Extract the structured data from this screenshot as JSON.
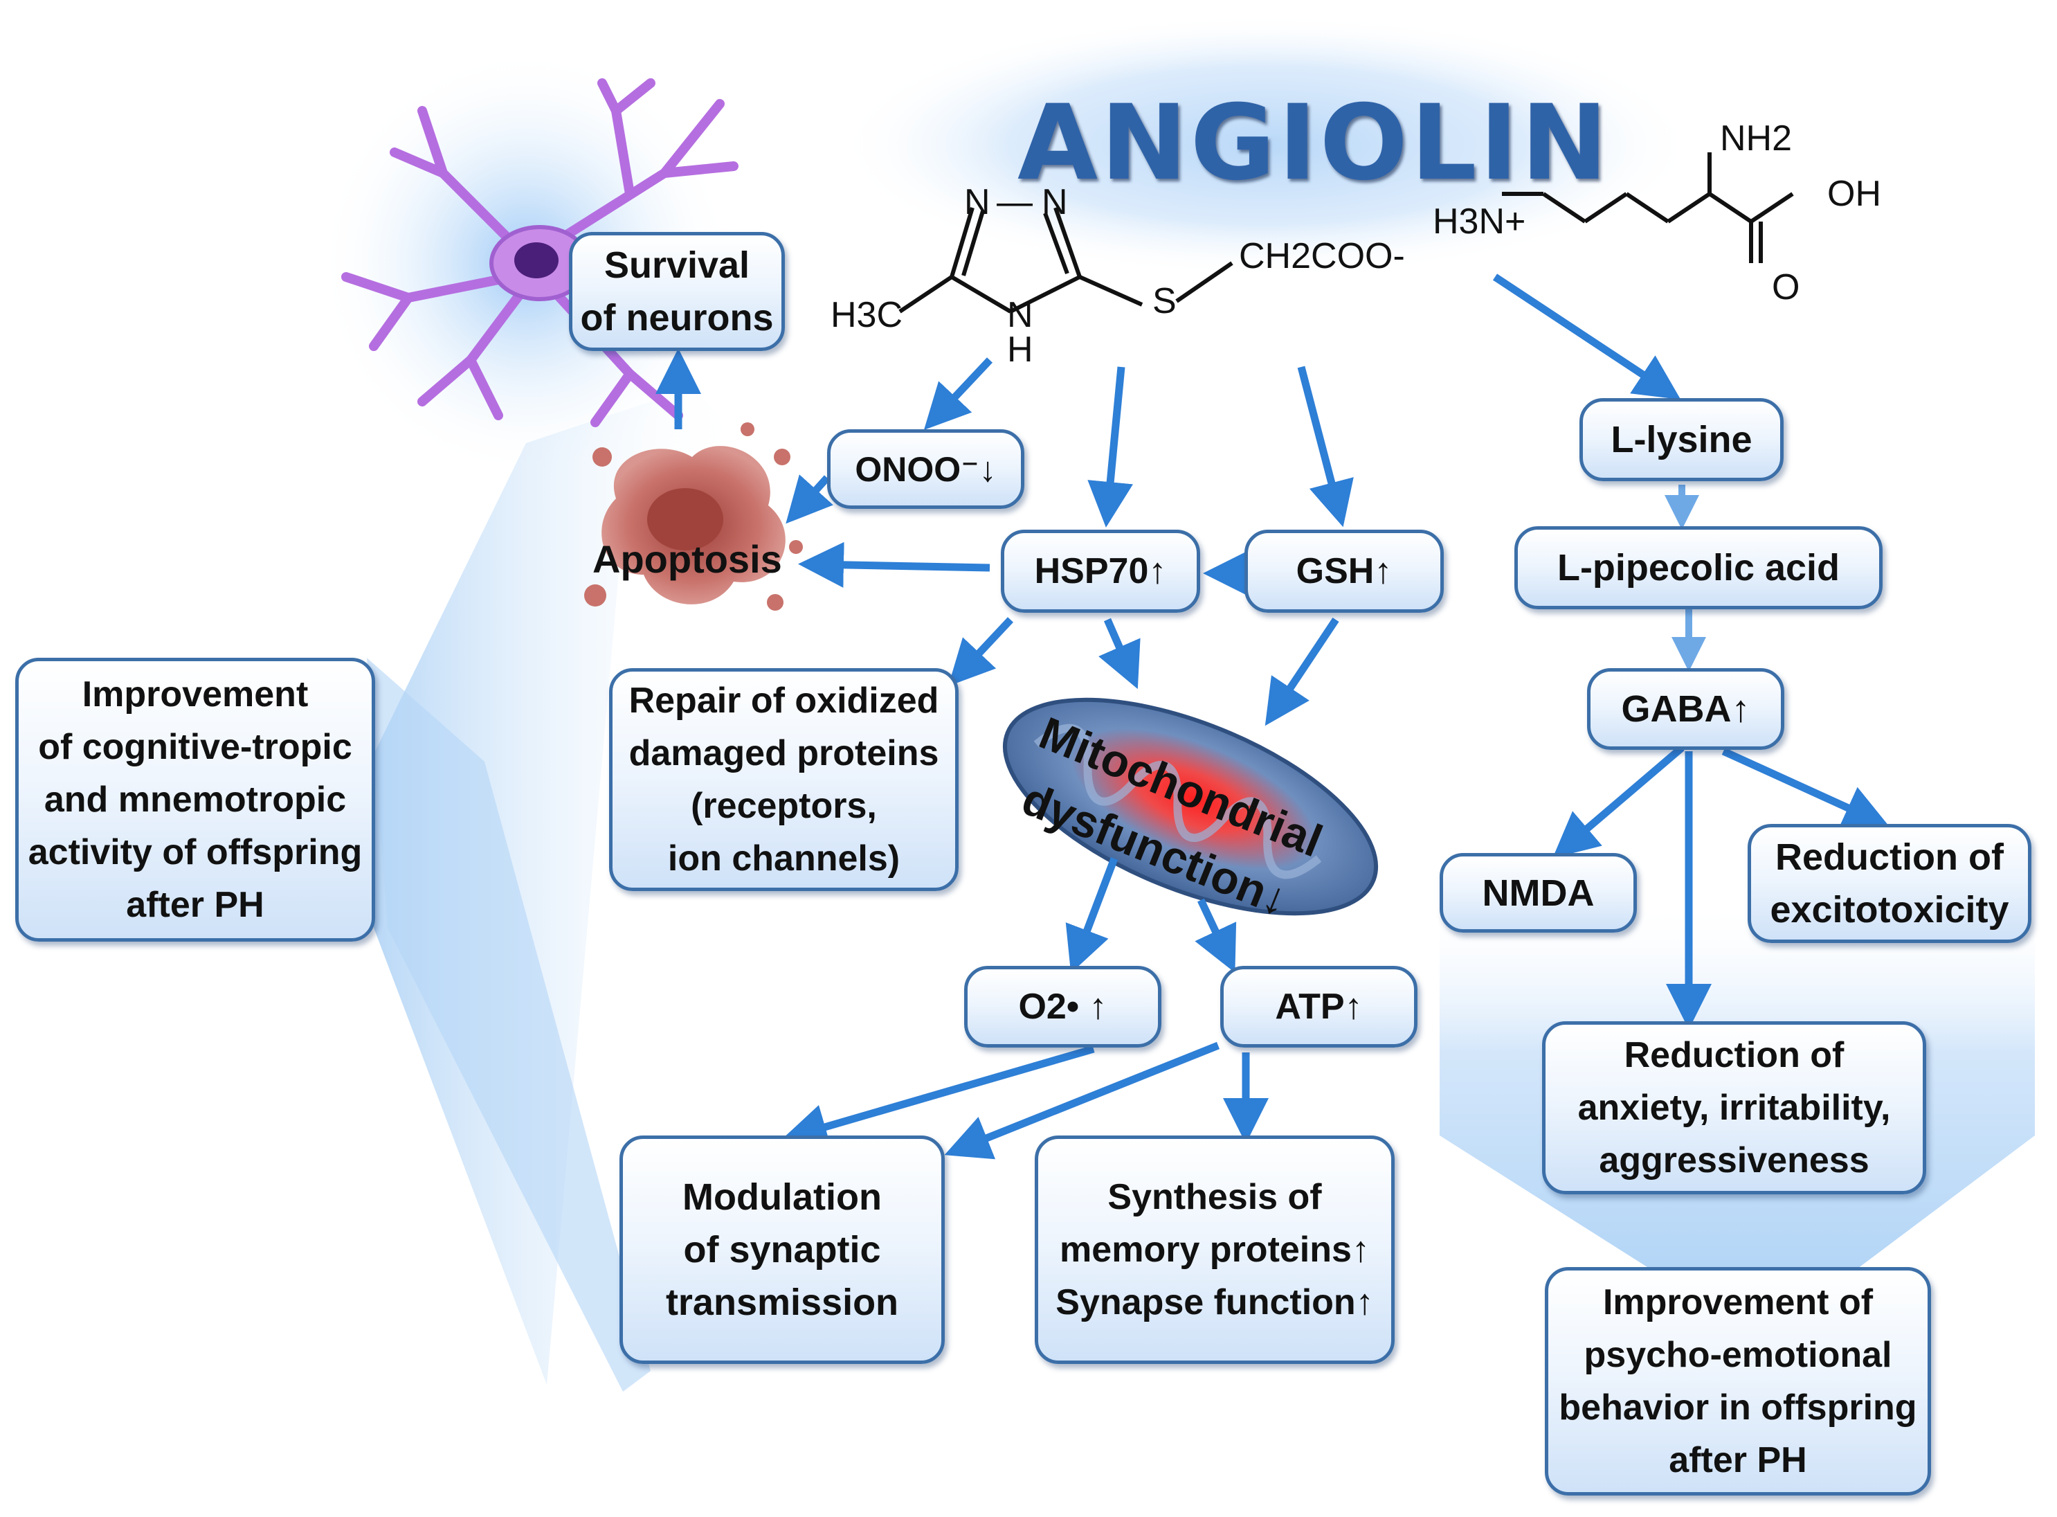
{
  "title": "ANGIOLIN",
  "molecule": {
    "atoms": {
      "n1": "N",
      "n2": "N",
      "bond_nn": "—",
      "nh": "N",
      "h": "H",
      "h3c": "H3C",
      "s": "S",
      "ch2coo": "CH2COO-",
      "h3n": "H3N+",
      "nh2": "NH2",
      "oh": "OH",
      "o": "O"
    }
  },
  "nodes": {
    "survival": [
      "Survival",
      "of neurons"
    ],
    "apoptosis": "Apoptosis",
    "onoo": "ONOO⁻↓",
    "hsp70": "HSP70↑",
    "gsh": "GSH↑",
    "repair": [
      "Repair of oxidized",
      "damaged proteins",
      "(receptors,",
      "ion channels)"
    ],
    "mito": [
      "Mitochondrial",
      "dysfunction↓"
    ],
    "o2": "O2• ↑",
    "atp": "ATP↑",
    "modulation": [
      "Modulation",
      "of synaptic",
      "transmission"
    ],
    "synthesis": [
      "Synthesis of",
      "memory proteins↑",
      "Synapse function↑"
    ],
    "cognitive": [
      "Improvement",
      "of cognitive-tropic",
      "and mnemotropic",
      "activity of offspring",
      "after PH"
    ],
    "lysine": "L-lysine",
    "pipecolic": "L-pipecolic acid",
    "gaba": "GABA↑",
    "nmda": "NMDA",
    "excitotox": [
      "Reduction of",
      "excitotoxicity"
    ],
    "anxiety": [
      "Reduction of",
      "anxiety, irritability,",
      "aggressiveness"
    ],
    "psycho": [
      "Improvement of",
      "psycho-emotional",
      "behavior in offspring",
      "after PH"
    ]
  },
  "colors": {
    "arrow": "#2e7fd6",
    "box_border": "#3c6fa8",
    "title": "#2f63a8",
    "neuron": "#b56ee0",
    "apoptosis": "#b85b55",
    "halo": "#8fc0f2"
  }
}
